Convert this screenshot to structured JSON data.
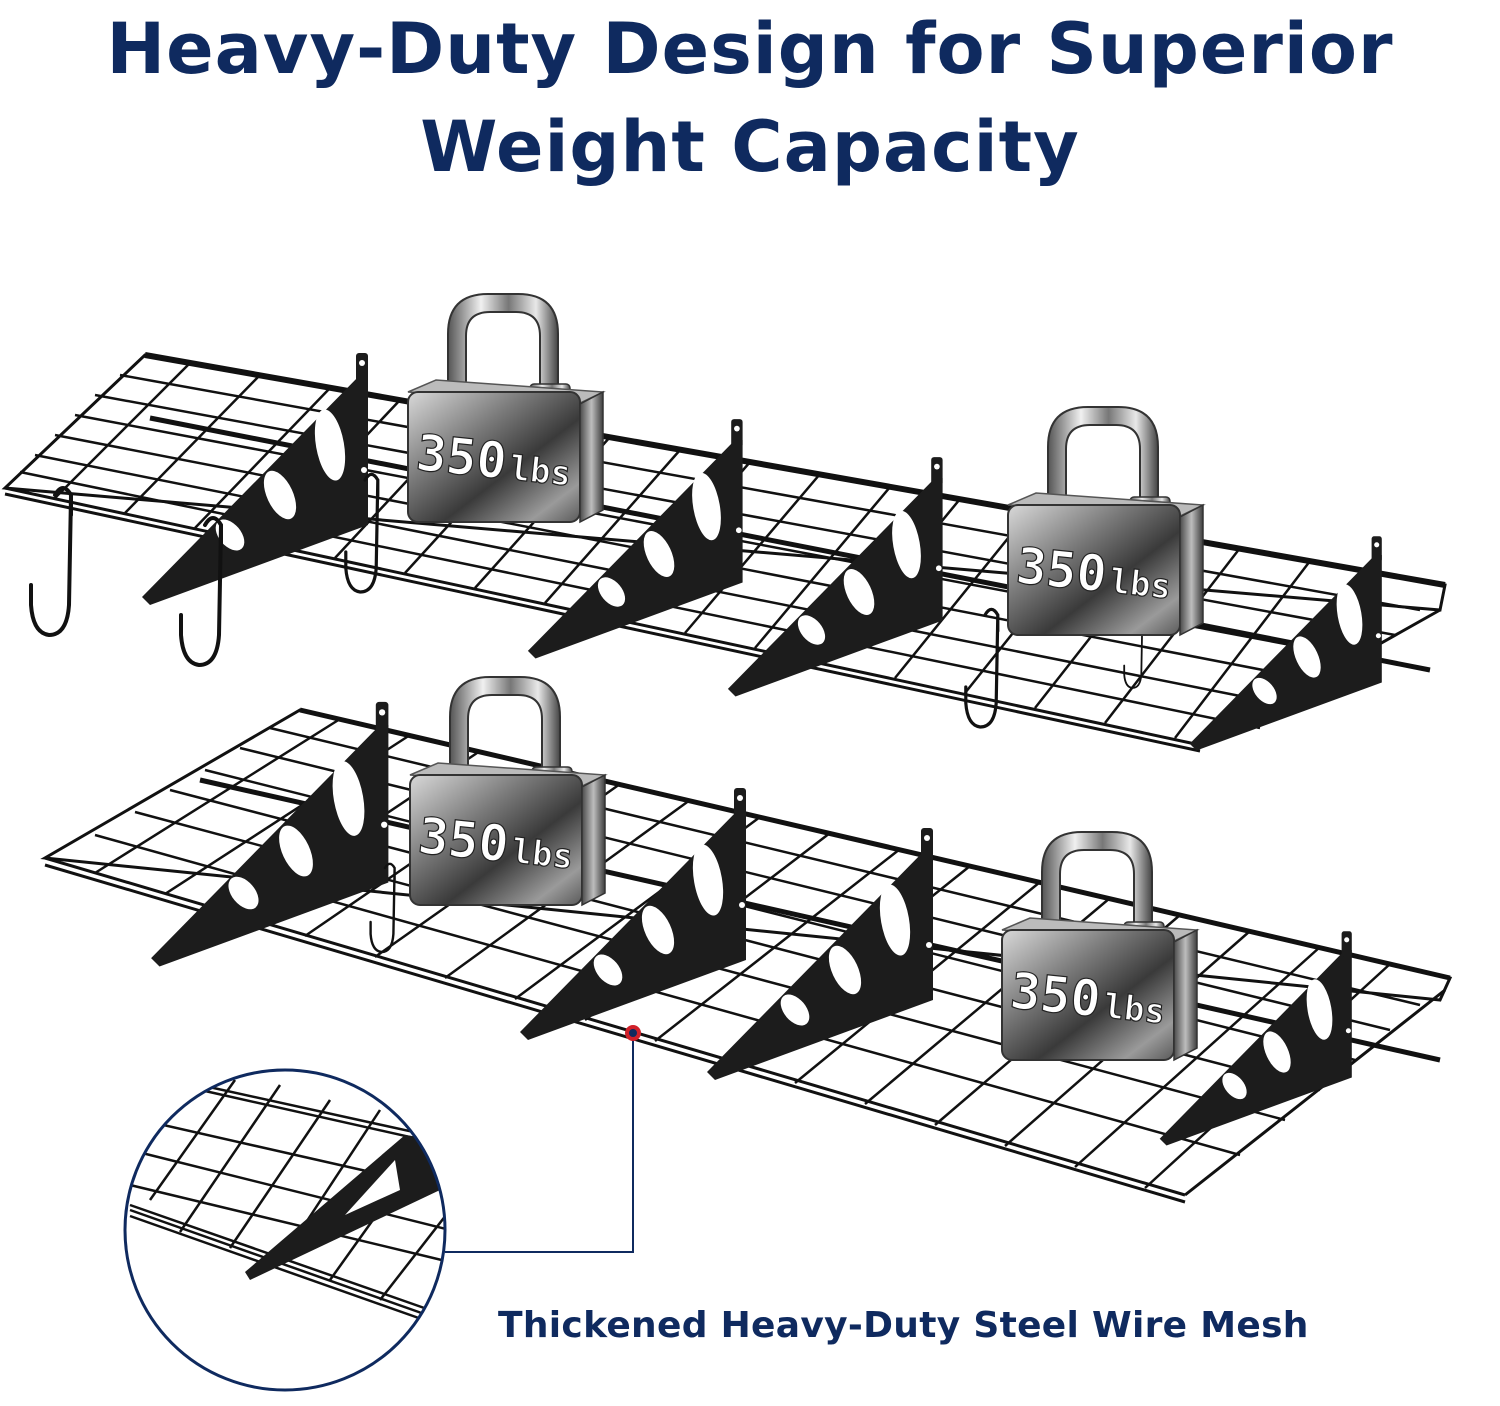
{
  "header": {
    "title_line1": "Heavy-Duty Design for Superior",
    "title_line2": "Weight Capacity"
  },
  "colors": {
    "title": "#0f2a5f",
    "wire": "#111111",
    "bracket": "#1a1a1a",
    "callout_line": "#0f2a5f",
    "callout_dot_outer": "#d0202a",
    "callout_dot_inner": "#0f2a5f",
    "weight_body": "#6e6e6e",
    "weight_text": "#ffffff"
  },
  "shelves": [
    {
      "name": "upper-shelf",
      "weights": [
        {
          "value": "350",
          "unit": "lbs"
        },
        {
          "value": "350",
          "unit": "lbs"
        }
      ],
      "hooks": 5
    },
    {
      "name": "lower-shelf",
      "weights": [
        {
          "value": "350",
          "unit": "lbs"
        },
        {
          "value": "350",
          "unit": "lbs"
        }
      ],
      "hooks": 1
    }
  ],
  "callout": {
    "caption": "Thickened Heavy-Duty Steel Wire Mesh"
  }
}
